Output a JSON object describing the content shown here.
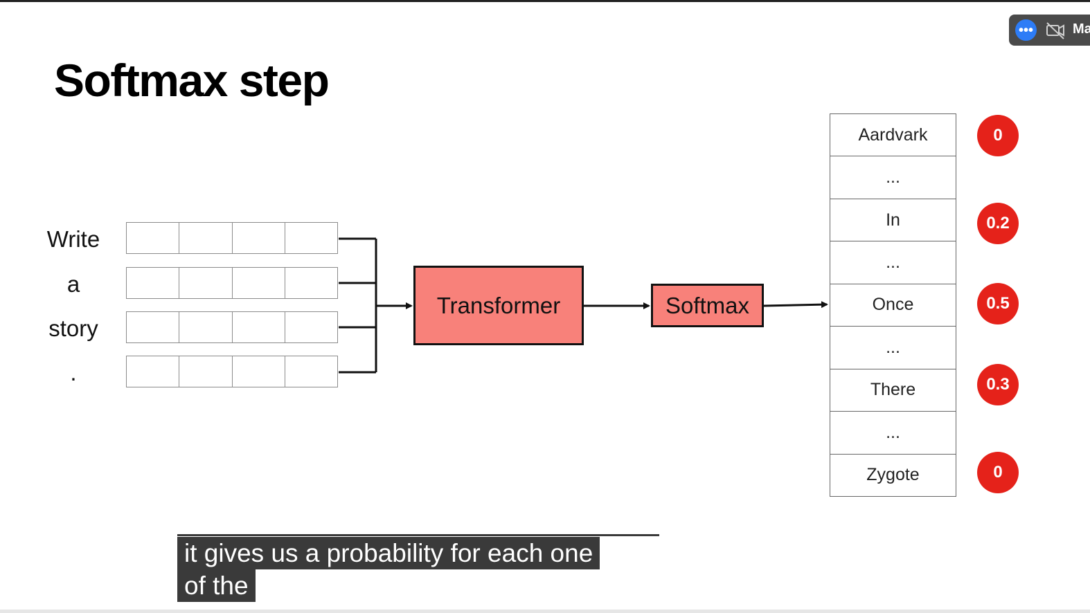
{
  "slide": {
    "title": "Softmax step",
    "input_words": [
      "Write",
      "a",
      "story",
      "."
    ],
    "transformer_label": "Transformer",
    "softmax_label": "Softmax",
    "vocabulary": [
      "Aardvark",
      "...",
      "In",
      "...",
      "Once",
      "...",
      "There",
      "...",
      "Zygote"
    ],
    "probabilities": [
      {
        "word": "Aardvark",
        "value": "0"
      },
      {
        "word": "In",
        "value": "0.2"
      },
      {
        "word": "Once",
        "value": "0.5"
      },
      {
        "word": "There",
        "value": "0.3"
      },
      {
        "word": "Zygote",
        "value": "0"
      }
    ],
    "colors": {
      "block_fill": "#f8817a",
      "probability_badge": "#e5221a"
    }
  },
  "caption": {
    "line1": "it gives us a probability for each one",
    "line2": "of the"
  },
  "toolbar": {
    "more_icon": "more-options-icon",
    "video_icon": "video-off-icon",
    "label": "Ma"
  }
}
